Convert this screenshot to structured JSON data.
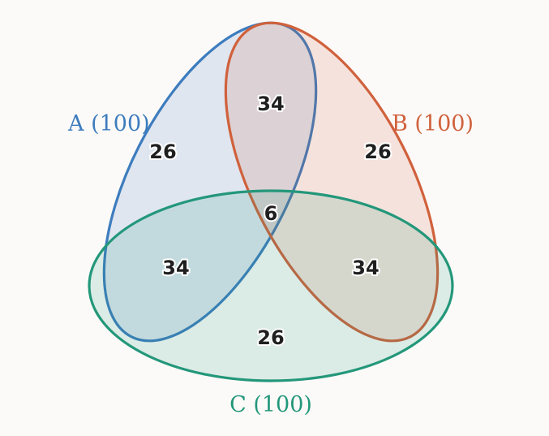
{
  "colors": {
    "set_a": "#3d7cbe",
    "set_b": "#d0613c",
    "set_c": "#23977a",
    "background": "#fcfaf8"
  },
  "sets": {
    "a": {
      "label": "A (100)",
      "total": 100
    },
    "b": {
      "label": "B (100)",
      "total": 100
    },
    "c": {
      "label": "C (100)",
      "total": 100
    }
  },
  "regions": {
    "a_only": "26",
    "b_only": "26",
    "c_only": "26",
    "ab_only": "34",
    "ac_only": "34",
    "bc_only": "34",
    "abc": "6"
  }
}
